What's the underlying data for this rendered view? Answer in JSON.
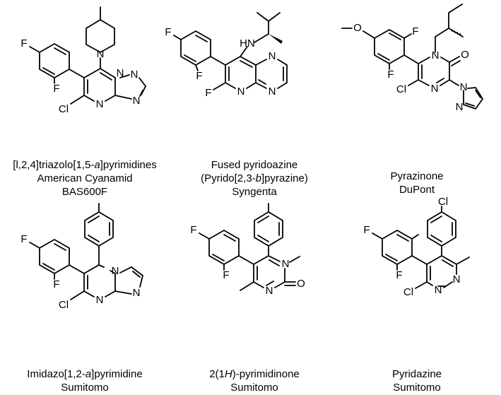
{
  "figure": {
    "compounds": [
      {
        "id": "triazolopyrimidine",
        "caption_lines": [
          "[l,2,4]triazolo[1,5-",
          "]pyrimidines"
        ],
        "caption_italic": "a",
        "company": "American Cyanamid",
        "code": "BAS600F",
        "atoms": {
          "F1": "F",
          "F2": "F",
          "N_pip": "N",
          "N1": "N",
          "N2": "N",
          "N3": "N",
          "N4": "N",
          "Cl": "Cl"
        }
      },
      {
        "id": "pyridopyrazine",
        "caption_main": "Fused pyridoazine",
        "caption_paren_a": "(Pyrido[2,3-",
        "caption_italic": "b",
        "caption_paren_b": "]pyrazine)",
        "company": "Syngenta",
        "atoms": {
          "F1": "F",
          "F2": "F",
          "F3": "F",
          "HN": "HN",
          "N1": "N",
          "N2": "N",
          "N3": "N"
        }
      },
      {
        "id": "pyrazinone",
        "caption_main": "Pyrazinone",
        "company": "DuPont",
        "atoms": {
          "O1": "O",
          "F1": "F",
          "F2": "F",
          "N1": "N",
          "O2": "O",
          "N2": "N",
          "Cl": "Cl",
          "N3": "N",
          "N4": "N"
        }
      },
      {
        "id": "imidazopyrimidine",
        "caption_a": "Imidazo[1,2-",
        "caption_italic": "a",
        "caption_b": "]pyrimidine",
        "company": "Sumitomo",
        "atoms": {
          "F1": "F",
          "F2": "F",
          "N1": "N",
          "N2": "N",
          "N3": "N",
          "Cl": "Cl"
        }
      },
      {
        "id": "pyrimidinone",
        "caption_a": "2(1",
        "caption_italic": "H",
        "caption_b": ")-pyrimidinone",
        "company": "Sumitomo",
        "atoms": {
          "F1": "F",
          "F2": "F",
          "N1": "N",
          "N2": "N",
          "O": "O"
        }
      },
      {
        "id": "pyridazine",
        "caption_main": "Pyridazine",
        "company": "Sumitomo",
        "atoms": {
          "Cl1": "Cl",
          "F1": "F",
          "F2": "F",
          "N1": "N",
          "N2": "N",
          "Cl2": "Cl"
        }
      }
    ]
  }
}
